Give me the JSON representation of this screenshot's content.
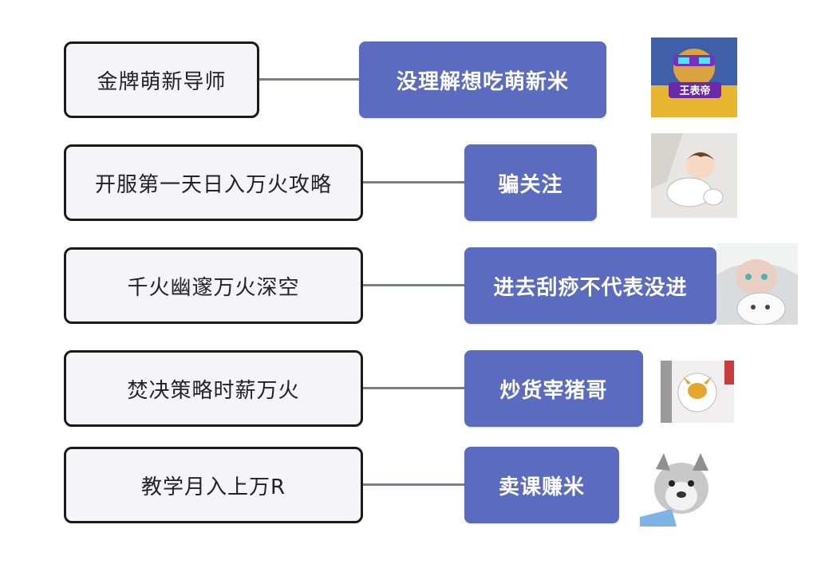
{
  "rows": [
    {
      "left": "金牌萌新导师",
      "right": "没理解想吃萌新米",
      "avatar_text": "王表帝"
    },
    {
      "left": "开服第一天日入万火攻略",
      "right": "骗关注"
    },
    {
      "left": "千火幽邃万火深空",
      "right": "进去刮痧不代表没进"
    },
    {
      "left": "焚决策略时薪万火",
      "right": "炒货宰猪哥"
    },
    {
      "left": "教学月入上万R",
      "right": "卖课赚米"
    }
  ]
}
